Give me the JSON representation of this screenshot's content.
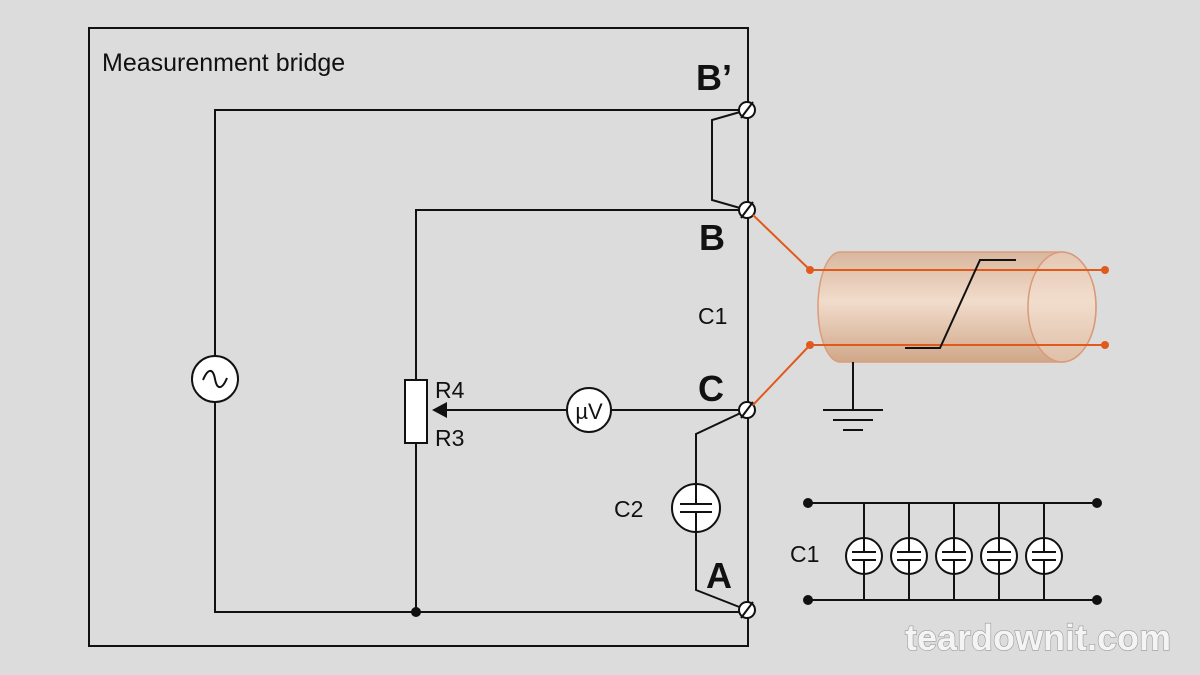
{
  "diagram": {
    "title": "Measurenment bridge",
    "terminals": {
      "b_prime": "B’",
      "b": "B",
      "c": "C",
      "a": "A"
    },
    "components": {
      "c1_label": "C1",
      "c2_label": "C2",
      "r4_label": "R4",
      "r3_label": "R3",
      "meter_label": "µV",
      "c1_bank_label": "C1"
    },
    "icons": [
      "ac-source-icon",
      "ground-icon",
      "cable-icon",
      "capacitor-icon",
      "potentiometer-icon"
    ],
    "colors": {
      "lead": "#e05a1c",
      "cable": "#e8b89a",
      "wire": "#111111",
      "background": "#dcdcdc"
    }
  },
  "watermark": "teardownit.com"
}
